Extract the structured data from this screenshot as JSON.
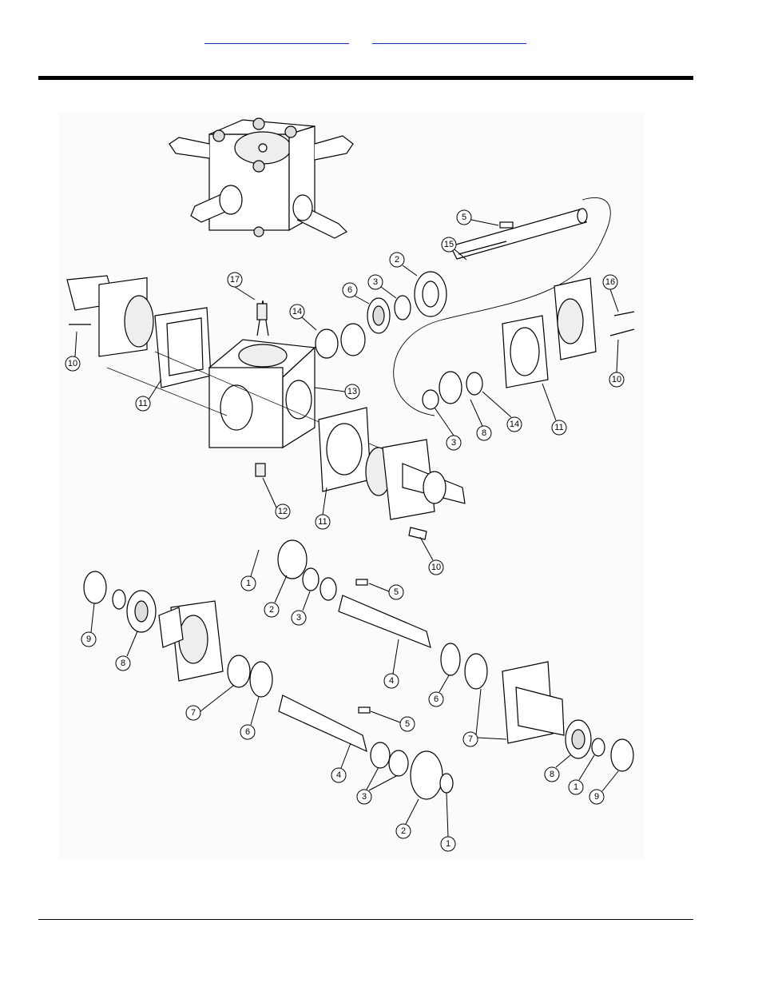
{
  "header": {
    "links": [
      "",
      ""
    ]
  },
  "diagram": {
    "callouts": [
      {
        "id": "c17",
        "label": "17"
      },
      {
        "id": "c5a",
        "label": "5"
      },
      {
        "id": "c15",
        "label": "15"
      },
      {
        "id": "c2a",
        "label": "2"
      },
      {
        "id": "c3a",
        "label": "3"
      },
      {
        "id": "c6a",
        "label": "6"
      },
      {
        "id": "c14a",
        "label": "14"
      },
      {
        "id": "c16",
        "label": "16"
      },
      {
        "id": "c10a",
        "label": "10"
      },
      {
        "id": "c10b",
        "label": "10"
      },
      {
        "id": "c11a",
        "label": "11"
      },
      {
        "id": "c13",
        "label": "13"
      },
      {
        "id": "c3b",
        "label": "3"
      },
      {
        "id": "c8a",
        "label": "8"
      },
      {
        "id": "c14b",
        "label": "14"
      },
      {
        "id": "c11b",
        "label": "11"
      },
      {
        "id": "c12",
        "label": "12"
      },
      {
        "id": "c11c",
        "label": "11"
      },
      {
        "id": "c10c",
        "label": "10"
      },
      {
        "id": "c1a",
        "label": "1"
      },
      {
        "id": "c2b",
        "label": "2"
      },
      {
        "id": "c3c",
        "label": "3"
      },
      {
        "id": "c5b",
        "label": "5"
      },
      {
        "id": "c9a",
        "label": "9"
      },
      {
        "id": "c8b",
        "label": "8"
      },
      {
        "id": "c4a",
        "label": "4"
      },
      {
        "id": "c6b",
        "label": "6"
      },
      {
        "id": "c7a",
        "label": "7"
      },
      {
        "id": "c6c",
        "label": "6"
      },
      {
        "id": "c5c",
        "label": "5"
      },
      {
        "id": "c7b",
        "label": "7"
      },
      {
        "id": "c4b",
        "label": "4"
      },
      {
        "id": "c3d",
        "label": "3"
      },
      {
        "id": "c2c",
        "label": "2"
      },
      {
        "id": "c1b",
        "label": "1"
      },
      {
        "id": "c8c",
        "label": "8"
      },
      {
        "id": "c1c",
        "label": "1"
      },
      {
        "id": "c9b",
        "label": "9"
      }
    ]
  }
}
